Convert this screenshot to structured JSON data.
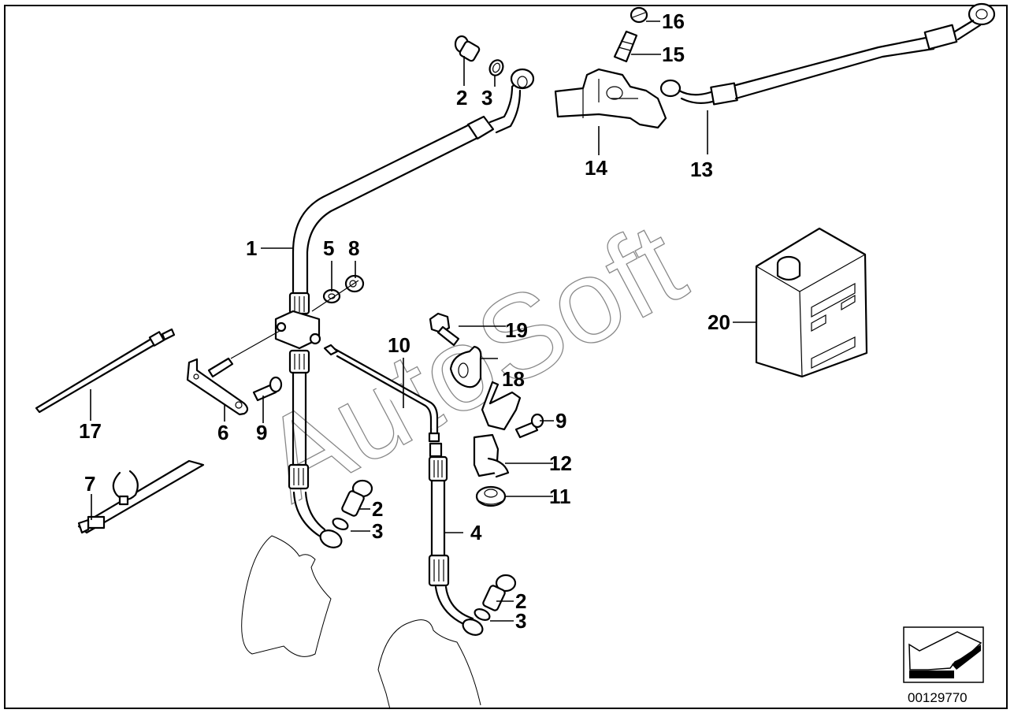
{
  "diagram": {
    "type": "exploded-parts-diagram",
    "subject": "brake hose / brake line assembly",
    "document_number": "00129770",
    "watermark": "AutoSoft",
    "callouts": [
      {
        "id": "c1",
        "label": "1",
        "part": "brake hose (upper, long)"
      },
      {
        "id": "c2a",
        "label": "2",
        "part": "banjo bolt (top)"
      },
      {
        "id": "c3a",
        "label": "3",
        "part": "sealing ring (top)"
      },
      {
        "id": "c2b",
        "label": "2",
        "part": "banjo bolt (left caliper)"
      },
      {
        "id": "c3b",
        "label": "3",
        "part": "sealing ring (left caliper)"
      },
      {
        "id": "c2c",
        "label": "2",
        "part": "banjo bolt (right caliper)"
      },
      {
        "id": "c3c",
        "label": "3",
        "part": "sealing ring (right caliper)"
      },
      {
        "id": "c4",
        "label": "4",
        "part": "brake hose (lower)"
      },
      {
        "id": "c5",
        "label": "5",
        "part": "washer"
      },
      {
        "id": "c6",
        "label": "6",
        "part": "bracket with stud"
      },
      {
        "id": "c7",
        "label": "7",
        "part": "cable clip strap"
      },
      {
        "id": "c8",
        "label": "8",
        "part": "hex nut"
      },
      {
        "id": "c9a",
        "label": "9",
        "part": "screw (bracket)"
      },
      {
        "id": "c9b",
        "label": "9",
        "part": "screw (holder)"
      },
      {
        "id": "c10",
        "label": "10",
        "part": "brake pipe"
      },
      {
        "id": "c11",
        "label": "11",
        "part": "grommet"
      },
      {
        "id": "c12",
        "label": "12",
        "part": "holder"
      },
      {
        "id": "c13",
        "label": "13",
        "part": "brake hose (rear)"
      },
      {
        "id": "c14",
        "label": "14",
        "part": "distributor piece"
      },
      {
        "id": "c15",
        "label": "15",
        "part": "bleeder valve"
      },
      {
        "id": "c16",
        "label": "16",
        "part": "dust cap"
      },
      {
        "id": "c17",
        "label": "17",
        "part": "cable tie"
      },
      {
        "id": "c18",
        "label": "18",
        "part": "clamp"
      },
      {
        "id": "c19",
        "label": "19",
        "part": "hex bolt"
      },
      {
        "id": "c20",
        "label": "20",
        "part": "brake fluid can"
      }
    ]
  }
}
